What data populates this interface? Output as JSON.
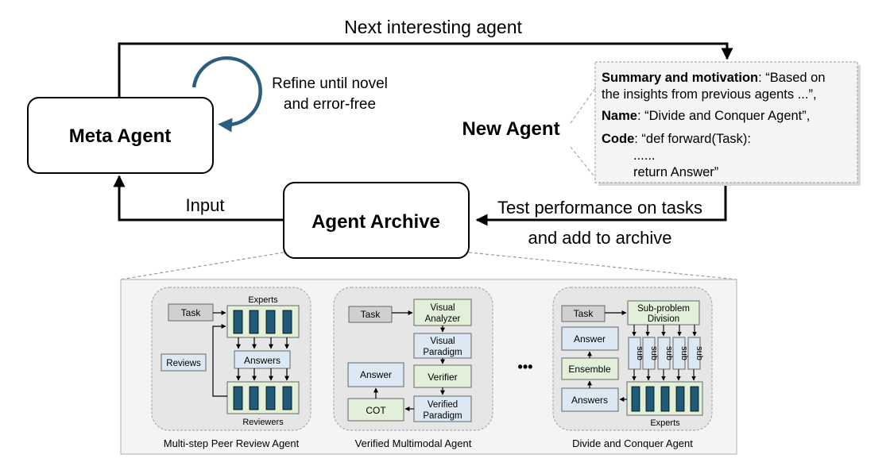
{
  "top_arrow_label": "Next interesting agent",
  "refine_label_line1": "Refine until novel",
  "refine_label_line2": "and error-free",
  "meta_agent": "Meta Agent",
  "new_agent": "New Agent",
  "new_agent_card": {
    "summary_key": "Summary and motivation",
    "summary_text1": ": “Based on",
    "summary_text2": "the insights from previous agents ...”,",
    "name_key": "Name",
    "name_text": ": “Divide and Conquer Agent”,",
    "code_key": "Code",
    "code_text": ": “def forward(Task):",
    "code_line2": "......",
    "code_line3": "return Answer”"
  },
  "input_label": "Input",
  "agent_archive": "Agent Archive",
  "test_label": "Test performance on tasks",
  "add_label": "and add to archive",
  "peer_review": {
    "caption": "Multi-step Peer Review Agent",
    "task": "Task",
    "experts": "Experts",
    "reviews": "Reviews",
    "answers": "Answers",
    "reviewers": "Reviewers"
  },
  "multimodal": {
    "caption": "Verified Multimodal Agent",
    "task": "Task",
    "visual_analyzer_1": "Visual",
    "visual_analyzer_2": "Analyzer",
    "visual_paradigm_1": "Visual",
    "visual_paradigm_2": "Paradigm",
    "verifier": "Verifier",
    "verified_paradigm_1": "Verified",
    "verified_paradigm_2": "Paradigm",
    "answer": "Answer",
    "cot": "COT"
  },
  "ellipsis": "•••",
  "divide": {
    "caption": "Divide and Conquer Agent",
    "task": "Task",
    "subproblem_1": "Sub-problem",
    "subproblem_2": "Division",
    "answer": "Answer",
    "ensemble": "Ensemble",
    "answers": "Answers",
    "sub": "sub",
    "experts": "Experts"
  },
  "colors": {
    "green_fill": "#e2f0d9",
    "blue_fill": "#dde8f5",
    "gray_fill": "#d0d0d0",
    "dark_block": "#1f5a78",
    "refine_arrow": "#2c5f7f",
    "panel_bg": "#f2f2f2"
  }
}
